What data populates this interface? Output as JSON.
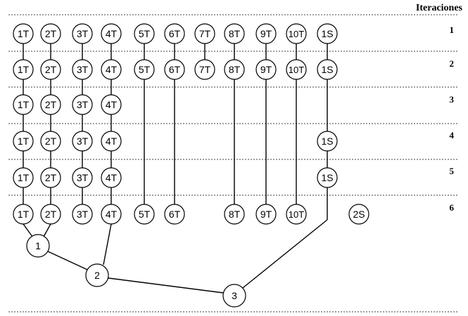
{
  "header": {
    "title": "Iteraciones"
  },
  "row_labels": [
    "1",
    "2",
    "3",
    "4",
    "5",
    "6"
  ],
  "rows": [
    [
      "1T",
      "2T",
      "3T",
      "4T",
      "5T",
      "6T",
      "7T",
      "8T",
      "9T",
      "10T",
      "1S"
    ],
    [
      "1T",
      "2T",
      "3T",
      "4T",
      "5T",
      "6T",
      "7T",
      "8T",
      "9T",
      "10T",
      "1S"
    ],
    [
      "1T",
      "2T",
      "3T",
      "4T"
    ],
    [
      "1T",
      "2T",
      "3T",
      "4T",
      "1S"
    ],
    [
      "1T",
      "2T",
      "3T",
      "4T",
      "1S"
    ],
    [
      "1T",
      "2T",
      "3T",
      "4T",
      "5T",
      "6T",
      "8T",
      "9T",
      "10T",
      "2S"
    ]
  ],
  "merge_nodes": [
    "1",
    "2",
    "3"
  ]
}
